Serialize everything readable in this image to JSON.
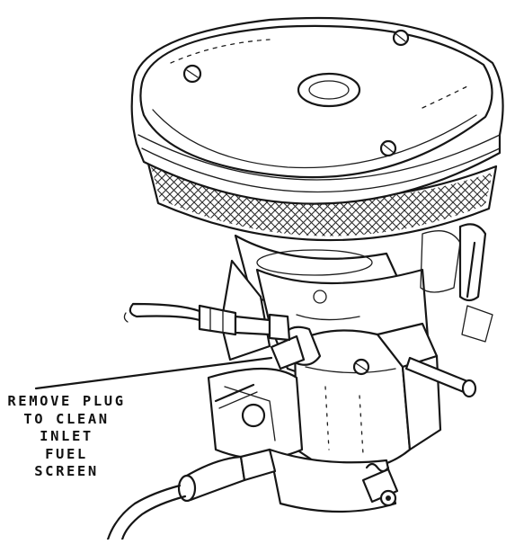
{
  "callout": {
    "lines": [
      "REMOVE PLUG",
      "TO CLEAN",
      "INLET",
      "FUEL",
      "SCREEN"
    ]
  }
}
